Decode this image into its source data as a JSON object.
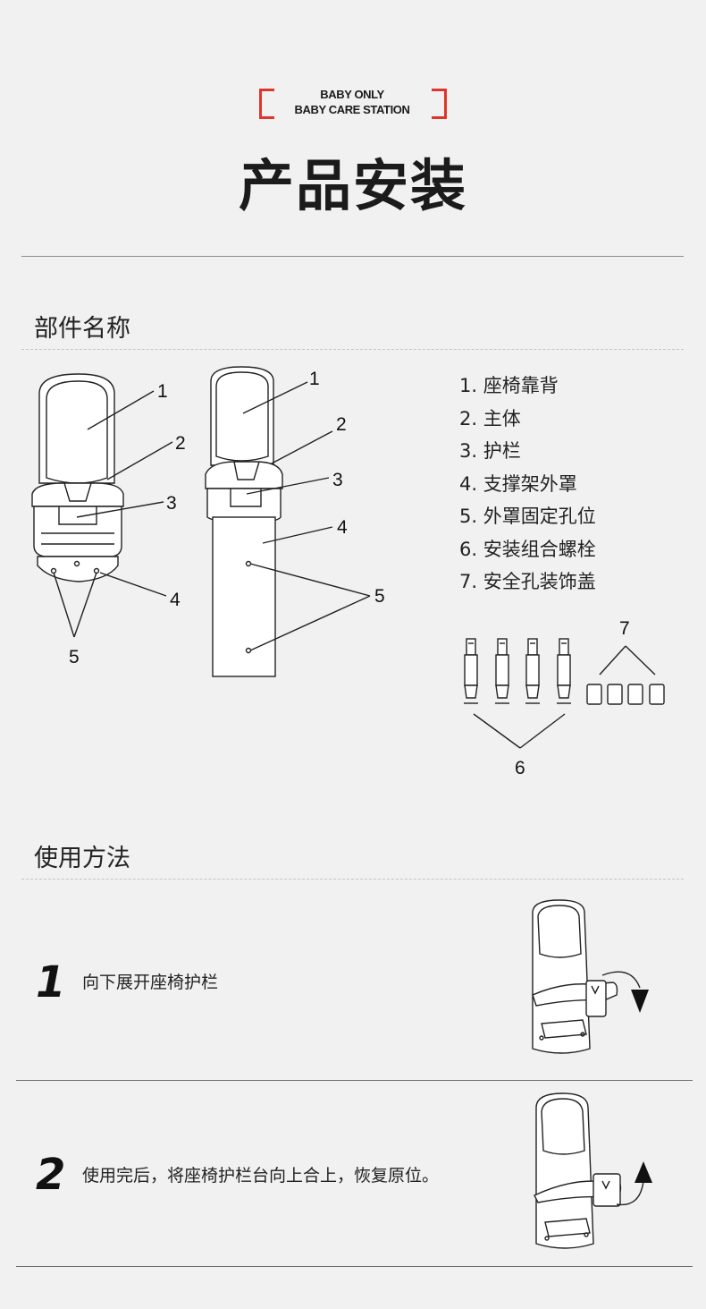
{
  "brand": {
    "line1": "BABY ONLY",
    "line2": "BABY CARE STATION",
    "accent": "#e0352b"
  },
  "title": "产品安装",
  "parts_section": {
    "heading": "部件名称",
    "items": [
      "1. 座椅靠背",
      "2. 主体",
      "3. 护栏",
      "4. 支撑架外罩",
      "5. 外罩固定孔位",
      "6. 安装组合螺栓",
      "7. 安全孔装饰盖"
    ],
    "callouts": [
      "1",
      "2",
      "3",
      "4",
      "5",
      "6",
      "7"
    ]
  },
  "usage_section": {
    "heading": "使用方法",
    "steps": [
      {
        "number": "1",
        "text": "向下展开座椅护栏"
      },
      {
        "number": "2",
        "text": "使用完后，将座椅护栏台向上合上，恢复原位。"
      }
    ]
  }
}
